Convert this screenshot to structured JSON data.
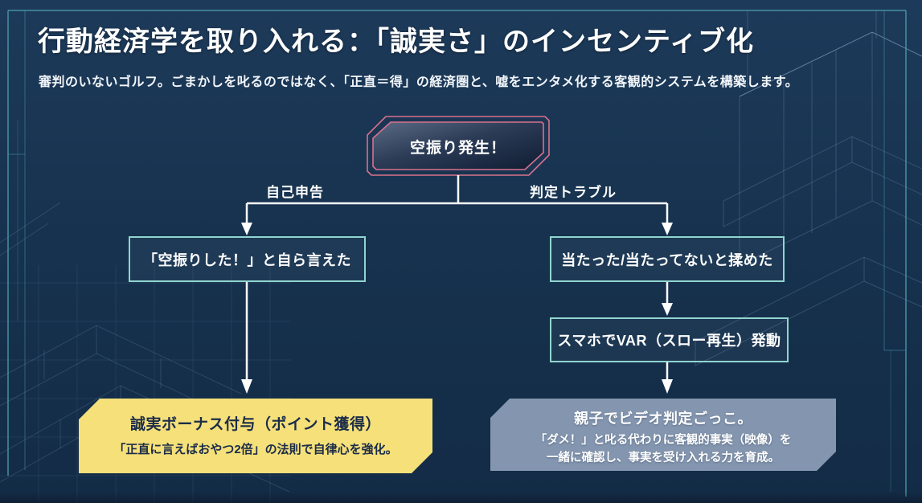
{
  "slide": {
    "title": "行動経済学を取り入れる：「誠実さ」のインセンティブ化",
    "subtitle": "審判のいないゴルフ。ごまかしを叱るのではなく、「正直＝得」の経済圏と、嘘をエンタメ化する客観的システムを構築します。"
  },
  "flowchart": {
    "root": {
      "label": "空振り発生！"
    },
    "branches": {
      "left_label": "自己申告",
      "right_label": "判定トラブル"
    },
    "left_node": {
      "label": "「空振りした！」と自ら言えた"
    },
    "right_node": {
      "label": "当たった/当たってないと揉めた"
    },
    "var_node": {
      "label": "スマホでVAR（スロー再生）発動"
    },
    "left_outcome": {
      "title": "誠実ボーナス付与（ポイント獲得）",
      "description": "「正直に言えばおやつ2倍」の法則で自律心を強化。"
    },
    "right_outcome": {
      "title": "親子でビデオ判定ごっこ。",
      "description_line1": "「ダメ！」と叱る代わりに客観的事実（映像）を",
      "description_line2": "一緒に確認し、事実を受け入れる力を育成。"
    }
  },
  "colors": {
    "background": "#17334f",
    "frame_teal": "#4d9aab",
    "node_border_pink": "#d9718c",
    "box_border_teal": "#90d5cf",
    "connector_white": "#ffffff",
    "outcome_yellow": "#f5e079",
    "outcome_slate": "#8496af",
    "text_dark": "#1c2c49",
    "text_white": "#ffffff"
  }
}
